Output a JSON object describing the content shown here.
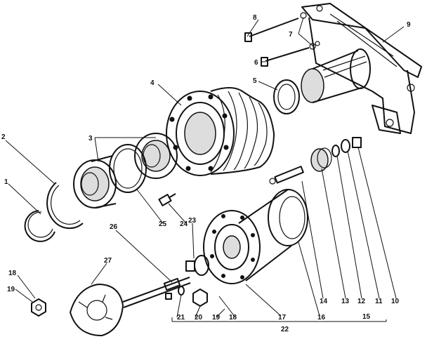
{
  "callouts": {
    "c1": "1",
    "c2": "2",
    "c3": "3",
    "c4": "4",
    "c5": "5",
    "c6": "6",
    "c7": "7",
    "c8": "8",
    "c9": "9",
    "c10": "10",
    "c11": "11",
    "c12": "12",
    "c13": "13",
    "c14": "14",
    "c15": "15",
    "c16": "16",
    "c17": "17",
    "c18a": "18",
    "c18b": "18",
    "c19a": "19",
    "c19b": "19",
    "c20": "20",
    "c21": "21",
    "c22": "22",
    "c23": "23",
    "c24": "24",
    "c25": "25",
    "c26": "26",
    "c27": "27"
  }
}
